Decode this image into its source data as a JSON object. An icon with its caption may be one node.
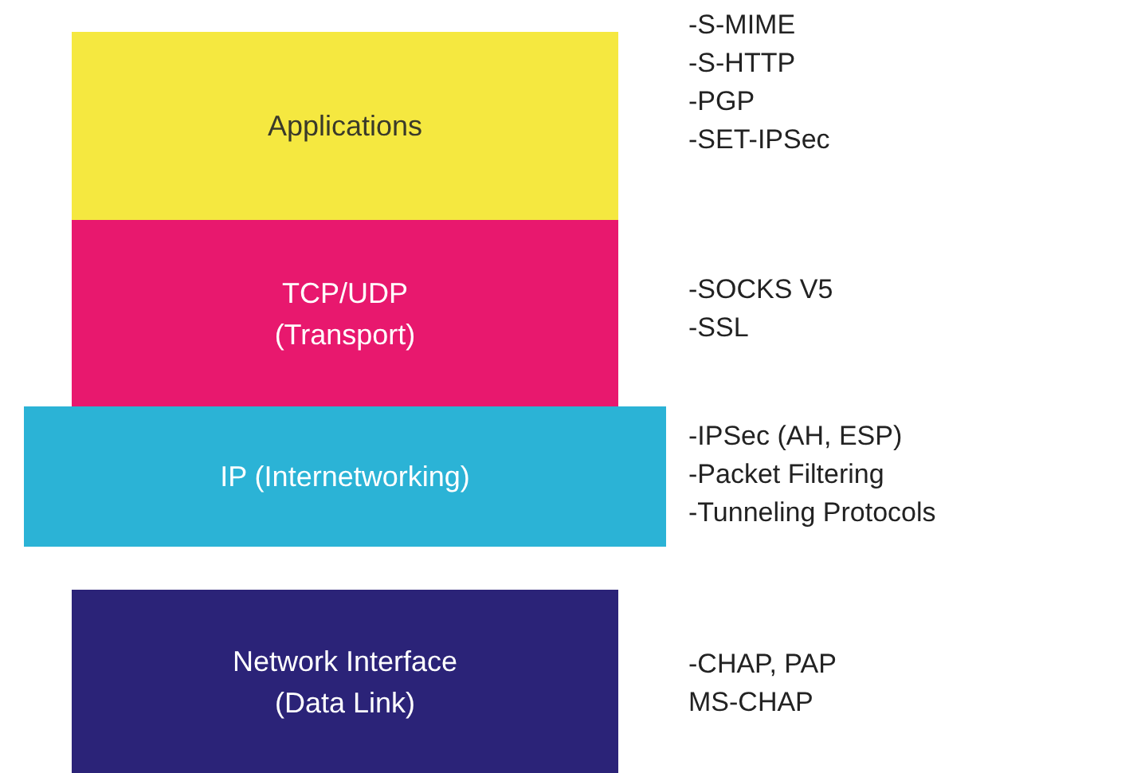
{
  "diagram": {
    "nodes": [
      {
        "text": [
          "Applications"
        ],
        "beside": [
          "-S-MIME",
          "-S-HTTP",
          "-PGP",
          "-SET-IPSec"
        ]
      },
      {
        "text": [
          "TCP/UDP (Transport)"
        ],
        "beside": [
          "-SOCKS V5",
          "-SSL"
        ]
      },
      {
        "text": [
          "IP (Internetworking)"
        ],
        "beside": [
          "-IPSec (AH, ESP)",
          "-Packet Filtering",
          "-Tunneling Protocols"
        ]
      },
      {
        "text": [
          "Network Interface (Data Link)"
        ],
        "beside": [
          "-CHAP, PAP",
          "MS-CHAP"
        ]
      }
    ]
  }
}
